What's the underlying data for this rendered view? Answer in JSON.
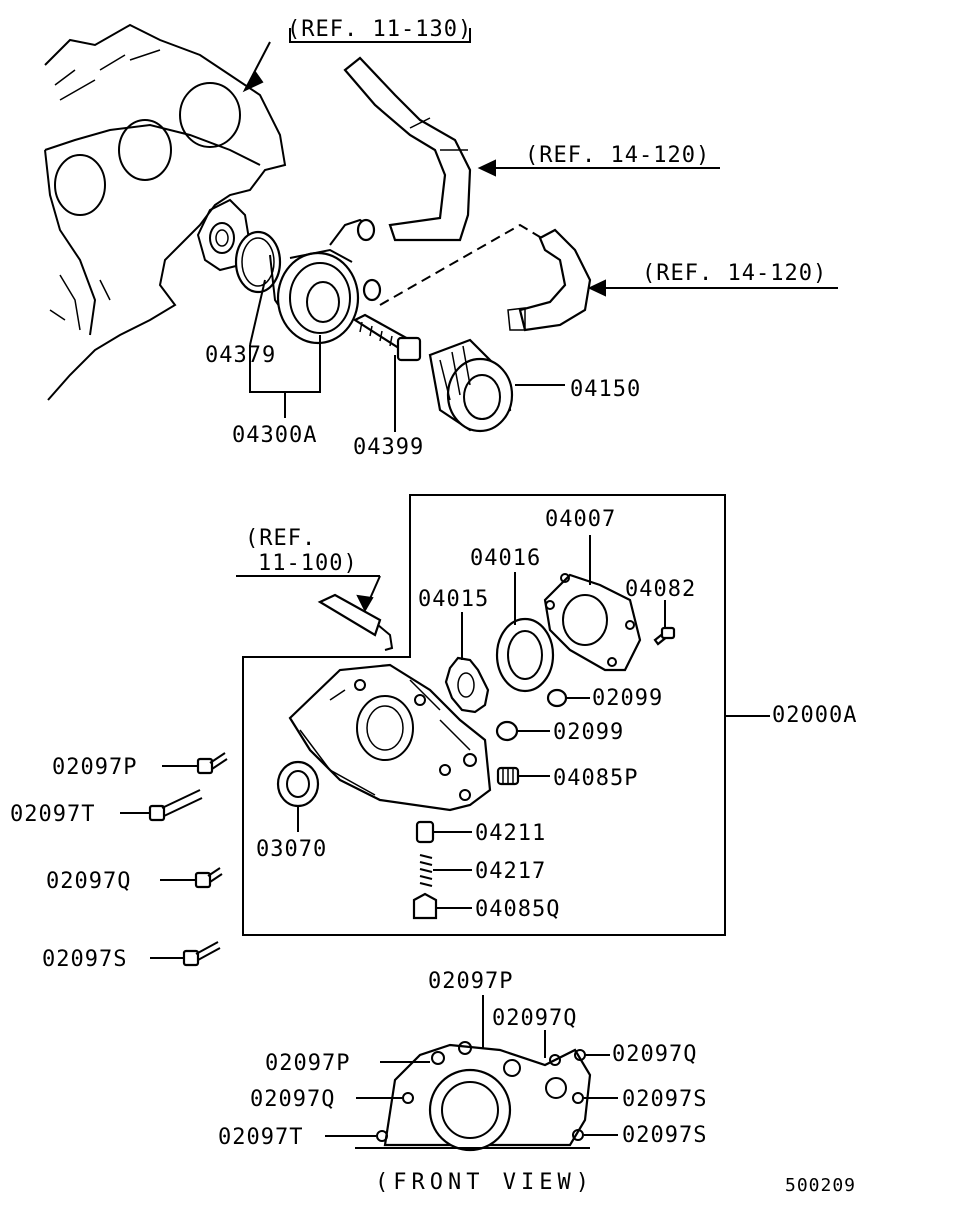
{
  "refs": {
    "ref_11_130": "(REF. 11-130)",
    "ref_14_120_a": "(REF. 14-120)",
    "ref_14_120_b": "(REF. 14-120)",
    "ref_11_100_line1": "(REF.",
    "ref_11_100_line2": "11-100)"
  },
  "top_parts": {
    "p04379": "04379",
    "p04300A": "04300A",
    "p04399": "04399",
    "p04150": "04150"
  },
  "pump_parts": {
    "p04007": "04007",
    "p04016": "04016",
    "p04015": "04015",
    "p04082": "04082",
    "p02099a": "02099",
    "p02099b": "02099",
    "p02000A": "02000A",
    "p04085P": "04085P",
    "p04211": "04211",
    "p04217": "04217",
    "p04085Q": "04085Q",
    "p03070": "03070"
  },
  "bolts": {
    "p02097P": "02097P",
    "p02097T": "02097T",
    "p02097Q": "02097Q",
    "p02097S": "02097S"
  },
  "front_view": {
    "top_p": "02097P",
    "top_q": "02097Q",
    "left_p": "02097P",
    "left_q": "02097Q",
    "left_t": "02097T",
    "right_q": "02097Q",
    "right_s1": "02097S",
    "right_s2": "02097S",
    "caption": "(FRONT VIEW)"
  },
  "figure_code": "500209"
}
